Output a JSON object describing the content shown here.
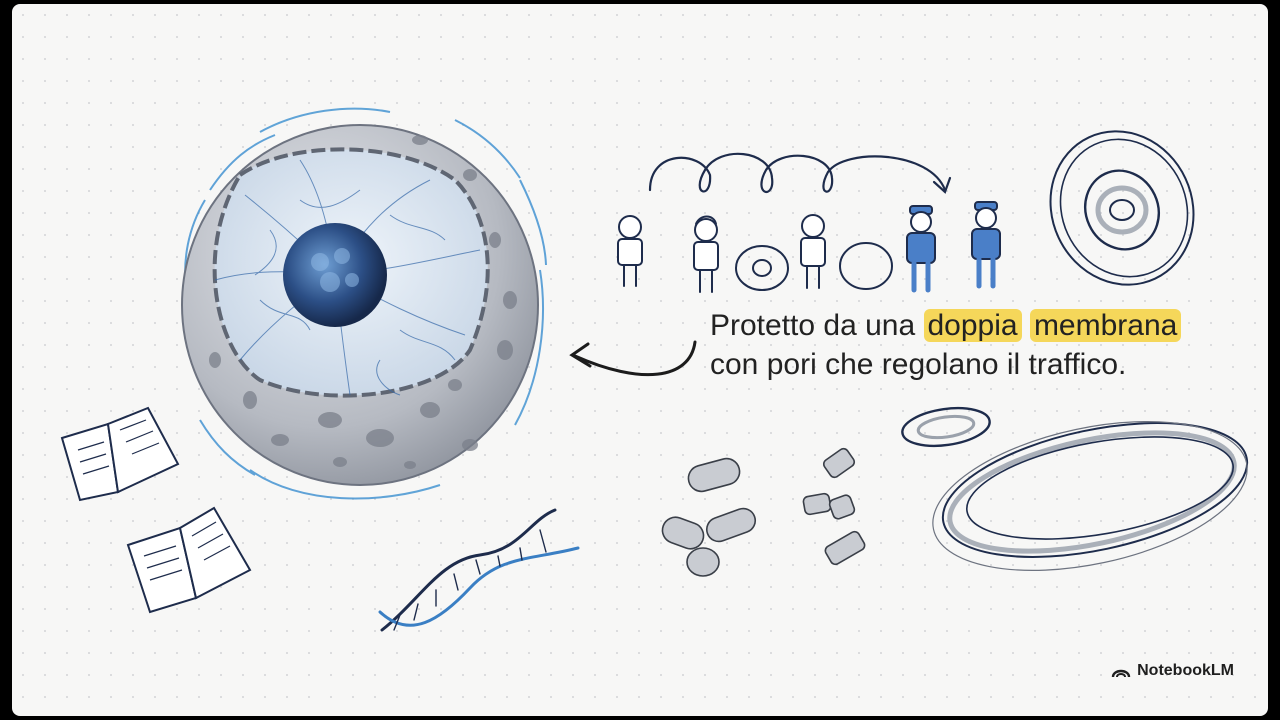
{
  "caption": {
    "part1": "Protetto da una ",
    "highlight1": "doppia",
    "part2": " ",
    "highlight2": "membrana",
    "part3": " con pori che regolano il traffico."
  },
  "brand": {
    "name": "NotebookLM",
    "icon": "notebooklm-logo-icon"
  },
  "colors": {
    "highlight": "#f5d75a",
    "ink": "#1e2c4c",
    "accent_blue": "#3a7fc4",
    "nucleus_gray": "#b9bcc3"
  }
}
